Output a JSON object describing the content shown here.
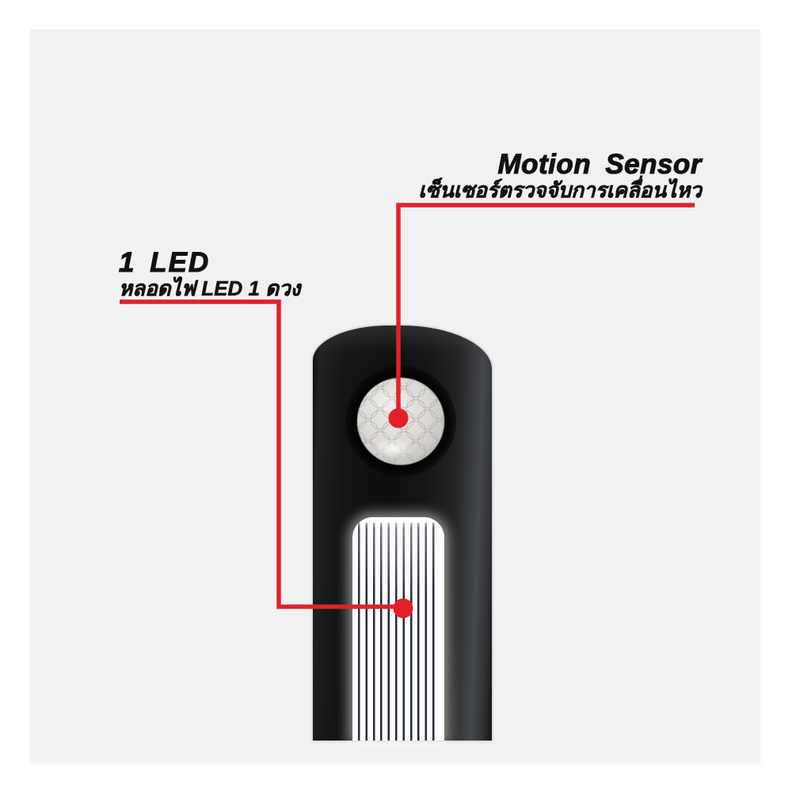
{
  "colors": {
    "red": "#e32028",
    "ink": "#121212",
    "panel": "#f1f1f2",
    "page": "#ffffff"
  },
  "labels": {
    "motion_sensor": {
      "title": "Motion Sensor",
      "subtitle": "เซ็นเซอร์ตรวจจับการเคลื่อนไหว"
    },
    "led": {
      "title": "1 LED",
      "subtitle": "หลอดไฟ LED 1 ดวง"
    }
  }
}
